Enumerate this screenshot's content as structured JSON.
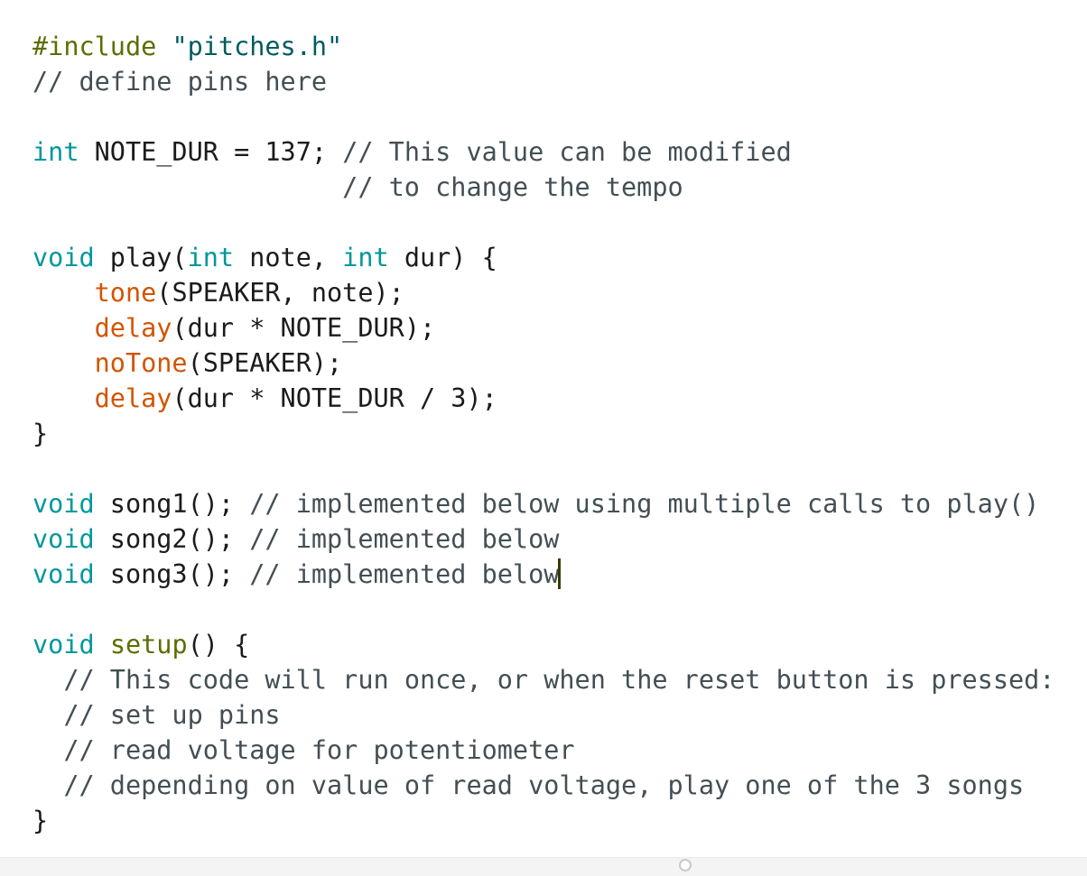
{
  "editor": {
    "lines": [
      [
        {
          "cls": "kw-pre",
          "t": "#include "
        },
        {
          "cls": "str",
          "t": "\"pitches.h\""
        }
      ],
      [
        {
          "cls": "cmt",
          "t": "// define pins here"
        }
      ],
      [],
      [
        {
          "cls": "kw-type",
          "t": "int"
        },
        {
          "cls": "plain",
          "t": " NOTE_DUR = 137; "
        },
        {
          "cls": "cmt",
          "t": "// This value can be modified"
        }
      ],
      [
        {
          "cls": "plain",
          "t": "                    "
        },
        {
          "cls": "cmt",
          "t": "// to change the tempo"
        }
      ],
      [],
      [
        {
          "cls": "kw-type",
          "t": "void"
        },
        {
          "cls": "plain",
          "t": " play("
        },
        {
          "cls": "kw-type",
          "t": "int"
        },
        {
          "cls": "plain",
          "t": " note, "
        },
        {
          "cls": "kw-type",
          "t": "int"
        },
        {
          "cls": "plain",
          "t": " dur) {"
        }
      ],
      [
        {
          "cls": "plain",
          "t": "    "
        },
        {
          "cls": "fn",
          "t": "tone"
        },
        {
          "cls": "plain",
          "t": "(SPEAKER, note);"
        }
      ],
      [
        {
          "cls": "plain",
          "t": "    "
        },
        {
          "cls": "fn",
          "t": "delay"
        },
        {
          "cls": "plain",
          "t": "(dur * NOTE_DUR);"
        }
      ],
      [
        {
          "cls": "plain",
          "t": "    "
        },
        {
          "cls": "fn",
          "t": "noTone"
        },
        {
          "cls": "plain",
          "t": "(SPEAKER);"
        }
      ],
      [
        {
          "cls": "plain",
          "t": "    "
        },
        {
          "cls": "fn",
          "t": "delay"
        },
        {
          "cls": "plain",
          "t": "(dur * NOTE_DUR / 3);"
        }
      ],
      [
        {
          "cls": "plain",
          "t": "}"
        }
      ],
      [],
      [
        {
          "cls": "kw-type",
          "t": "void"
        },
        {
          "cls": "plain",
          "t": " song1(); "
        },
        {
          "cls": "cmt",
          "t": "// implemented below using multiple calls to play()"
        }
      ],
      [
        {
          "cls": "kw-type",
          "t": "void"
        },
        {
          "cls": "plain",
          "t": " song2(); "
        },
        {
          "cls": "cmt",
          "t": "// implemented below"
        }
      ],
      [
        {
          "cls": "kw-type",
          "t": "void"
        },
        {
          "cls": "plain",
          "t": " song3(); "
        },
        {
          "cls": "cmt",
          "t": "// implemented below"
        },
        {
          "cls": "cursor",
          "t": ""
        }
      ],
      [],
      [
        {
          "cls": "kw-type",
          "t": "void"
        },
        {
          "cls": "plain",
          "t": " "
        },
        {
          "cls": "fn-setup",
          "t": "setup"
        },
        {
          "cls": "plain",
          "t": "() {"
        }
      ],
      [
        {
          "cls": "plain",
          "t": "  "
        },
        {
          "cls": "cmt",
          "t": "// This code will run once, or when the reset button is pressed:"
        }
      ],
      [
        {
          "cls": "plain",
          "t": "  "
        },
        {
          "cls": "cmt",
          "t": "// set up pins"
        }
      ],
      [
        {
          "cls": "plain",
          "t": "  "
        },
        {
          "cls": "cmt",
          "t": "// read voltage for potentiometer"
        }
      ],
      [
        {
          "cls": "plain",
          "t": "  "
        },
        {
          "cls": "cmt",
          "t": "// depending on value of read voltage, play one of the 3 songs"
        }
      ],
      [
        {
          "cls": "plain",
          "t": "}"
        }
      ]
    ]
  },
  "colors": {
    "type_keyword": "#00979c",
    "preprocessor": "#5e6d03",
    "string": "#005c5f",
    "function": "#d35400",
    "comment": "#434f54",
    "text": "#1b1b1b",
    "background": "#ffffff"
  }
}
